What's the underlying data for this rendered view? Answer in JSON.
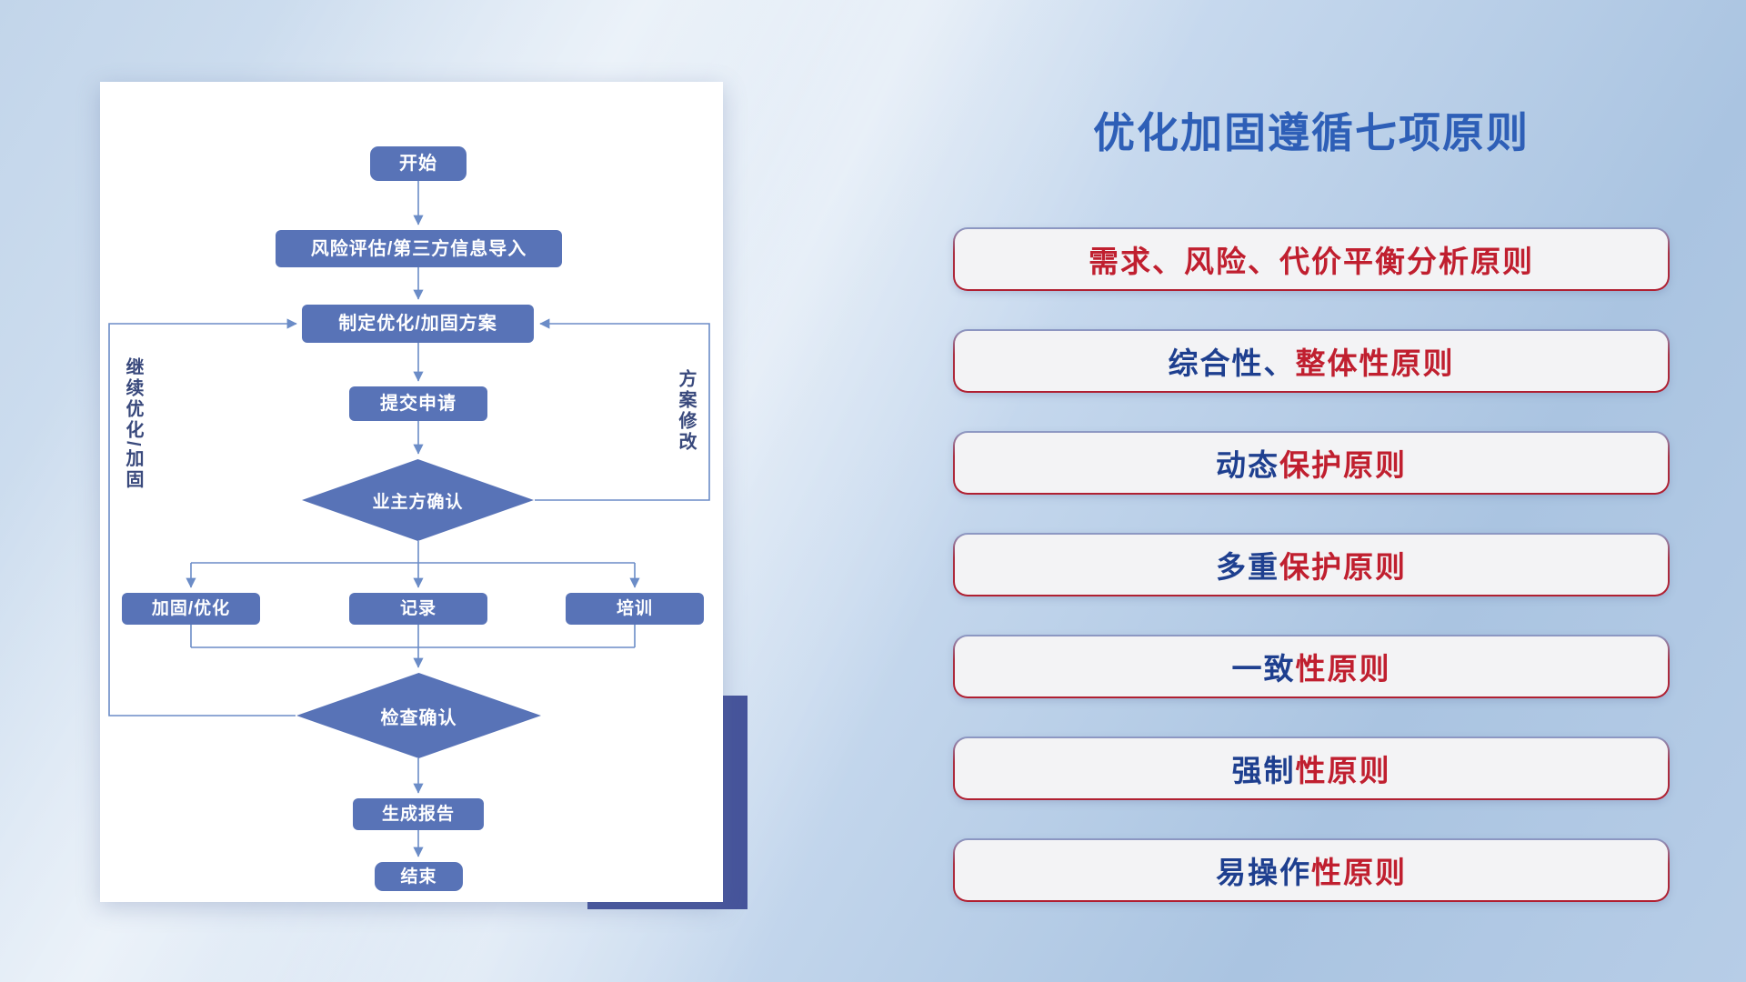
{
  "title": "优化加固遵循七项原则",
  "flowchart": {
    "start": "开始",
    "risk_import": "风险评估/第三方信息导入",
    "plan": "制定优化/加固方案",
    "submit": "提交申请",
    "owner_confirm": "业主方确认",
    "reinforce": "加固/优化",
    "record": "记录",
    "training": "培训",
    "check_confirm": "检查确认",
    "report": "生成报告",
    "end": "结束",
    "left_loop_label": "继续优化/加固",
    "right_loop_label": "方案修改"
  },
  "principles": [
    {
      "blue": "",
      "red": "需求、风险、代价平衡分析原则"
    },
    {
      "blue": "综合性、",
      "red": "整体性原则"
    },
    {
      "blue": "动态",
      "red": "保护原则"
    },
    {
      "blue": "多重",
      "red": "保护原则"
    },
    {
      "blue": "一致",
      "red": "性原则"
    },
    {
      "blue": "强制",
      "red": "性原则"
    },
    {
      "blue": "易操作",
      "red": "性原则"
    }
  ],
  "colors": {
    "title_blue": "#2e5fb7",
    "node_blue": "#5873b7",
    "connector_blue": "#6b8cc7",
    "principle_red": "#c01f2f",
    "principle_blue": "#1e3f8f",
    "shadow_block_blue": "#46549b"
  }
}
